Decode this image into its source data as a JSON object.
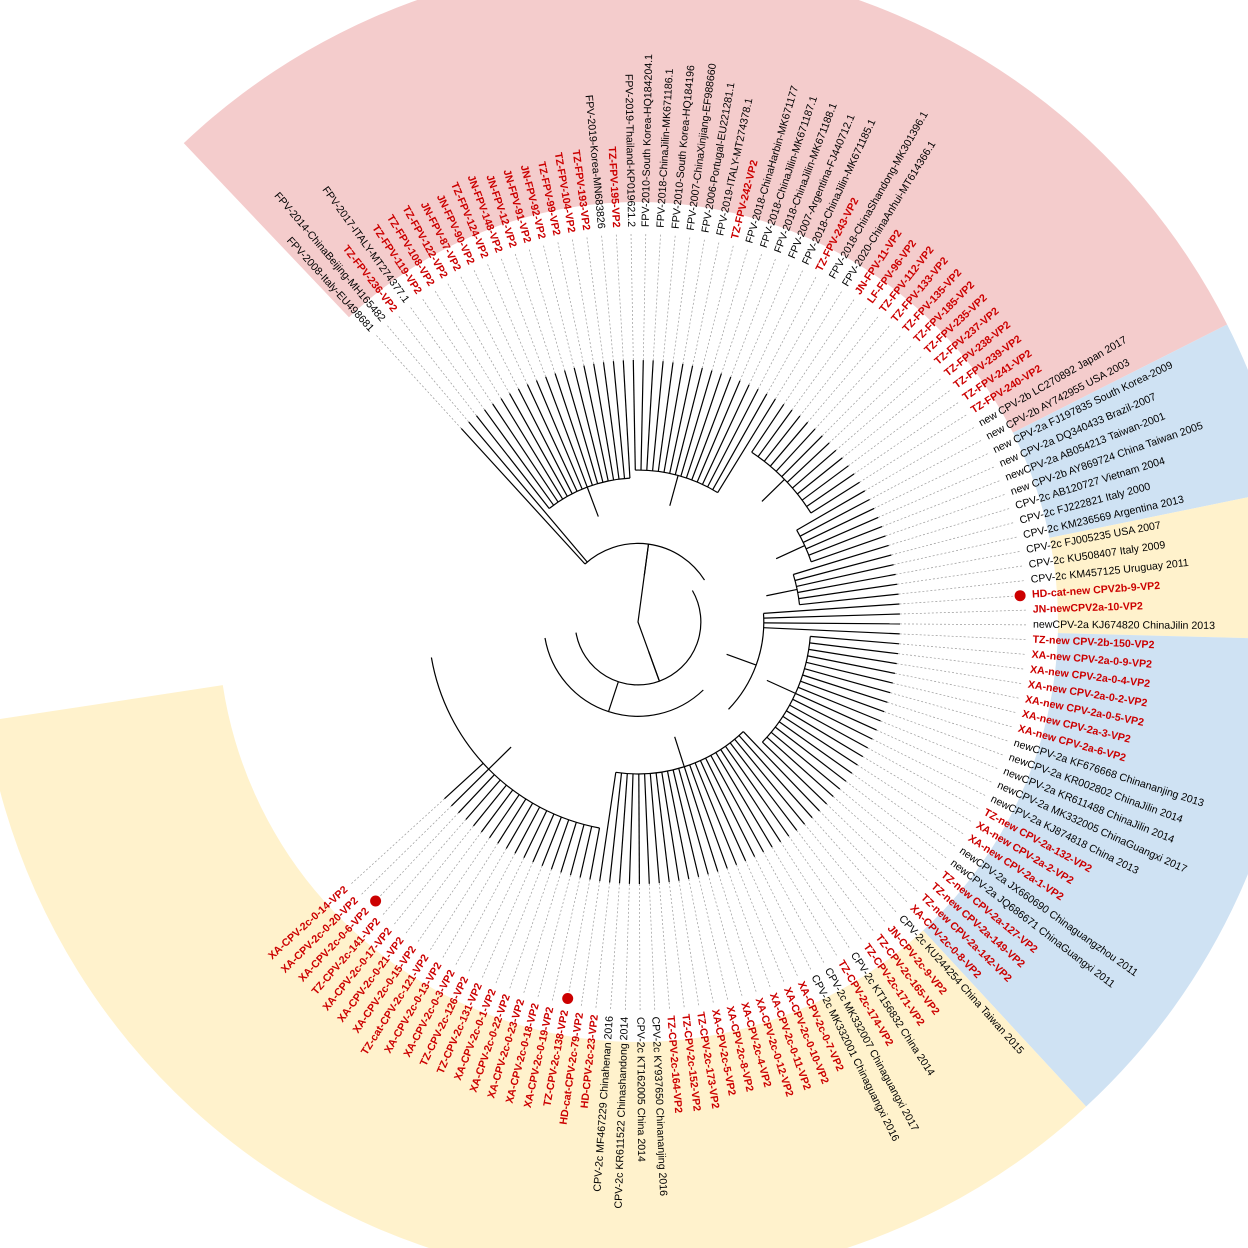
{
  "tree": {
    "colors": {
      "fpv_band": "#f4cccc",
      "newcpv_band": "#cfe2f3",
      "cpv2c_band": "#fff2cc",
      "highlight_text": "#cc0000",
      "normal_text": "#000000",
      "branch": "#000000",
      "guide": "#9a9a9a",
      "marker": "#cc0000"
    },
    "bands": [
      {
        "name": "fpv-band",
        "color": "#f4cccc",
        "start": 0,
        "end": 48
      },
      {
        "name": "newcpv-band",
        "color": "#cfe2f3",
        "start": 49,
        "end": 55
      },
      {
        "name": "cpv2c-band",
        "color": "#fff2cc",
        "start": 56,
        "end": 61
      },
      {
        "name": "newcpv-band",
        "color": "#cfe2f3",
        "start": 62,
        "end": 82
      },
      {
        "name": "cpv2c-band",
        "color": "#fff2cc",
        "start": 83,
        "end": 139
      }
    ],
    "leaves": [
      {
        "label": "FPV-2008-Italy-EU498681",
        "hl": false
      },
      {
        "label": "FPV-2014-ChinaBeijing-MH165482",
        "hl": false
      },
      {
        "label": "TZ-FPV-236-VP2",
        "hl": true
      },
      {
        "label": "FPV-2017-ITALY-MT274377.1",
        "hl": false
      },
      {
        "label": "TZ-FPV-119-VP2",
        "hl": true
      },
      {
        "label": "TZ-FPV-108-VP2",
        "hl": true
      },
      {
        "label": "TZ-FPV-122-VP2",
        "hl": true
      },
      {
        "label": "JN-FPV-87-VP2",
        "hl": true
      },
      {
        "label": "JN-FPV-90-VP2",
        "hl": true
      },
      {
        "label": "TZ-FPV-124-VP2",
        "hl": true
      },
      {
        "label": "JN-FPV-148-VP2",
        "hl": true
      },
      {
        "label": "JN-FPV-12-VP2",
        "hl": true
      },
      {
        "label": "JN-FPV-91-VP2",
        "hl": true
      },
      {
        "label": "JN-FPV-92-VP2",
        "hl": true
      },
      {
        "label": "TZ-FPV-99-VP2",
        "hl": true
      },
      {
        "label": "TZ-FPV-104-VP2",
        "hl": true
      },
      {
        "label": "TZ-FPV-193-VP2",
        "hl": true
      },
      {
        "label": "FPV-2019-Korea-MN683826",
        "hl": false
      },
      {
        "label": "TZ-FPV-195-VP2",
        "hl": true
      },
      {
        "label": "FPV-2019-Thailand-KP019621.2",
        "hl": false
      },
      {
        "label": "FPV-2010-South Korea-HQ184204.1",
        "hl": false
      },
      {
        "label": "FPV-2018-ChinaJilin-MK671186.1",
        "hl": false
      },
      {
        "label": "FPV-2010-South Korea-HQ184196",
        "hl": false
      },
      {
        "label": "FPV-2007-ChinaXinjiang-EF988660",
        "hl": false
      },
      {
        "label": "FPV-2006-Portugal-EU221281.1",
        "hl": false
      },
      {
        "label": "FPV-2019-ITALY-MT274378.1",
        "hl": false
      },
      {
        "label": "TZ-FPV-242-VP2",
        "hl": true
      },
      {
        "label": "FPV-2018-ChinaHarbin-MK671177",
        "hl": false
      },
      {
        "label": "FPV-2018-ChinaJilin-MK671187.1",
        "hl": false
      },
      {
        "label": "FPV-2018-ChinaJilin-MK671188.1",
        "hl": false
      },
      {
        "label": "FPV-2007-Argentina-FJ440712.1",
        "hl": false
      },
      {
        "label": "FPV-2018-ChinaJilin-MK671185.1",
        "hl": false
      },
      {
        "label": "TZ-FPV-243-VP2",
        "hl": true
      },
      {
        "label": "FPV-2018-ChinaShandong-MK301396.1",
        "hl": false
      },
      {
        "label": "FPV-2020-ChinaAnhui-MT614366.1",
        "hl": false
      },
      {
        "label": "JN-FPV-11-VP2",
        "hl": true
      },
      {
        "label": "LF-FPV-96-VP2",
        "hl": true
      },
      {
        "label": "TZ-FPV-112-VP2",
        "hl": true
      },
      {
        "label": "TZ-FPV-133-VP2",
        "hl": true
      },
      {
        "label": "TZ-FPV-135-VP2",
        "hl": true
      },
      {
        "label": "TZ-FPV-185-VP2",
        "hl": true
      },
      {
        "label": "TZ-FPV-235-VP2",
        "hl": true
      },
      {
        "label": "TZ-FPV-237-VP2",
        "hl": true
      },
      {
        "label": "TZ-FPV-238-VP2",
        "hl": true
      },
      {
        "label": "TZ-FPV-239-VP2",
        "hl": true
      },
      {
        "label": "TZ-FPV-241-VP2",
        "hl": true
      },
      {
        "label": "TZ-FPV-240-VP2",
        "hl": true
      },
      {
        "label": "new CPV-2b LC270892 Japan 2017",
        "hl": false
      },
      {
        "label": "new CPV-2b AY742955 USA 2003",
        "hl": false
      },
      {
        "label": "new CPV-2a FJ197835 South Korea-2009",
        "hl": false
      },
      {
        "label": "new CPV-2a DQ340433 Brazil-2007",
        "hl": false
      },
      {
        "label": "newCPV-2a AB054213 Taiwan-2001",
        "hl": false
      },
      {
        "label": "new CPV-2b AY869724 China Taiwan 2005",
        "hl": false
      },
      {
        "label": "CPV-2c AB120727 Vietnam 2004",
        "hl": false
      },
      {
        "label": "CPV-2c FJ222821 Italy 2000",
        "hl": false
      },
      {
        "label": "CPV-2c KM236569 Argentina 2013",
        "hl": false
      },
      {
        "label": "CPV-2c FJ005235 USA 2007",
        "hl": false
      },
      {
        "label": "CPV-2c KU508407 Italy 2009",
        "hl": false
      },
      {
        "label": "CPV-2c KM457125 Uruguay 2011",
        "hl": false
      },
      {
        "label": "HD-cat-new CPV2b-9-VP2",
        "hl": true
      },
      {
        "label": "JN-newCPV2a-10-VP2",
        "hl": true
      },
      {
        "label": "newCPV-2a KJ674820 ChinaJilin 2013",
        "hl": false
      },
      {
        "label": "TZ-new CPV-2b-150-VP2",
        "hl": true
      },
      {
        "label": "XA-new CPV-2a-0-9-VP2",
        "hl": true
      },
      {
        "label": "XA-new CPV-2a-0-4-VP2",
        "hl": true
      },
      {
        "label": "XA-new CPV-2a-0-2-VP2",
        "hl": true
      },
      {
        "label": "XA-new CPV-2a-0-5-VP2",
        "hl": true
      },
      {
        "label": "XA-new CPV-2a-3-VP2",
        "hl": true
      },
      {
        "label": "XA-new CPV-2a-6-VP2",
        "hl": true
      },
      {
        "label": "newCPV-2a KF676668 Chinananjing 2013",
        "hl": false
      },
      {
        "label": "newCPV-2a KR002802 ChinaJilin 2014",
        "hl": false
      },
      {
        "label": "newCPV-2a KR611488 ChinaJilin 2014",
        "hl": false
      },
      {
        "label": "newCPV-2a MK332005 ChinaGuangxi 2017",
        "hl": false
      },
      {
        "label": "newCPV-2a KJ874818 China 2013",
        "hl": false
      },
      {
        "label": "TZ-new CPV-2a-132-VP2",
        "hl": true
      },
      {
        "label": "XA-new CPV-2a-2-VP2",
        "hl": true
      },
      {
        "label": "XA-new CPV-2a-1-VP2",
        "hl": true
      },
      {
        "label": "newCPV-2a JX660690 Chinaguangzhou 2011",
        "hl": false
      },
      {
        "label": "newCPV-2a JQ686671 ChinaGuangxi 2011",
        "hl": false
      },
      {
        "label": "TZ-new CPV-2a-127-VP2",
        "hl": true
      },
      {
        "label": "TZ-new CPV-2a-149-VP2",
        "hl": true
      },
      {
        "label": "TZ-new CPV-2a-142-VP2",
        "hl": true
      },
      {
        "label": "XA-CPV-2c-0-8-VP2",
        "hl": true
      },
      {
        "label": "CPV-2c KU244254 China Taiwan 2015",
        "hl": false
      },
      {
        "label": "JN-CPV-2c-9-VP2",
        "hl": true
      },
      {
        "label": "TZ-CPV-2c-165-VP2",
        "hl": true
      },
      {
        "label": "TZ-CPV-2c-171-VP2",
        "hl": true
      },
      {
        "label": "CPV-2c KT156832 China 2014",
        "hl": false
      },
      {
        "label": "TZ-CPV-2c-174-VP2",
        "hl": true
      },
      {
        "label": "CPV-2c MK332007 Chinaguangxi 2017",
        "hl": false
      },
      {
        "label": "CPV-2c MK332001 Chinaguangxi 2016",
        "hl": false
      },
      {
        "label": "XA-CPV-2c-0-7-VP2",
        "hl": true
      },
      {
        "label": "XA-CPV-2c-0-10-VP2",
        "hl": true
      },
      {
        "label": "XA-CPV-2c-0-11-VP2",
        "hl": true
      },
      {
        "label": "XA-CPV-2c-0-12-VP2",
        "hl": true
      },
      {
        "label": "XA-CPV-2c-4-VP2",
        "hl": true
      },
      {
        "label": "XA-CPV-2c-8-VP2",
        "hl": true
      },
      {
        "label": "XA-CPV-2c-5-VP2",
        "hl": true
      },
      {
        "label": "TZ-CPV-2c-173-VP2",
        "hl": true
      },
      {
        "label": "TZ-CPV-2c-152-VP2",
        "hl": true
      },
      {
        "label": "TZ-CPV-2c-164-VP2",
        "hl": true
      },
      {
        "label": "CPV-2c KY937650 Chinananjing 2016",
        "hl": false
      },
      {
        "label": "CPV-2c KT162005 China 2014",
        "hl": false
      },
      {
        "label": "CPV-2c KR611522 Chinashandong 2014",
        "hl": false
      },
      {
        "label": "CPV-2c MF467229 Chinahenan 2016",
        "hl": false
      },
      {
        "label": "HD-CPV-2c-23-VP2",
        "hl": true
      },
      {
        "label": "HD-cat-CPV-2c-79-VP2",
        "hl": true
      },
      {
        "label": "TZ-CPV-2c-138-VP2",
        "hl": true
      },
      {
        "label": "XA-CPV-2c-0-19-VP2",
        "hl": true
      },
      {
        "label": "XA-CPV-2c-0-18-VP2",
        "hl": true
      },
      {
        "label": "XA-CPV-2c-0-23-VP2",
        "hl": true
      },
      {
        "label": "XA-CPV-2c-0-22-VP2",
        "hl": true
      },
      {
        "label": "XA-CPV-2c-0-1-VP2",
        "hl": true
      },
      {
        "label": "TZ-CPV-2c-131-VP2",
        "hl": true
      },
      {
        "label": "TZ-CPV-2c-126-VP2",
        "hl": true
      },
      {
        "label": "XA-CPV-2c-0-3-VP2",
        "hl": true
      },
      {
        "label": "XA-CPV-2c-0-13-VP2",
        "hl": true
      },
      {
        "label": "TZ-cat-CPV-2c-121-VP2",
        "hl": true
      },
      {
        "label": "XA-CPV-2c-0-15-VP2",
        "hl": true
      },
      {
        "label": "XA-CPV-2c-0-21-VP2",
        "hl": true
      },
      {
        "label": "XA-CPV-2c-0-17-VP2",
        "hl": true
      },
      {
        "label": "TZ-CPV-2c-141-VP2",
        "hl": true
      },
      {
        "label": "XA-CPV-2c-0-6-VP2",
        "hl": true
      },
      {
        "label": "XA-CPV-2c-0-20-VP2",
        "hl": true
      },
      {
        "label": "XA-CPV-2c-0-14-VP2",
        "hl": true
      }
    ],
    "markers": [
      59,
      107,
      122
    ],
    "clades": [
      {
        "name": "fpv-clade",
        "start": 0,
        "end": 46,
        "radius": 0.3
      },
      {
        "name": "fpv-subclade-red",
        "start": 2,
        "end": 18,
        "radius": 0.55
      },
      {
        "name": "fpv-subclade-ref",
        "start": 19,
        "end": 34,
        "radius": 0.58
      },
      {
        "name": "fpv-subclade-terminal",
        "start": 35,
        "end": 46,
        "radius": 0.78
      },
      {
        "name": "cpv-clade",
        "start": 47,
        "end": 139,
        "radius": 0.24
      },
      {
        "name": "newcpv-ref-clade",
        "start": 47,
        "end": 52,
        "radius": 0.7
      },
      {
        "name": "cpv2c-ref-clade",
        "start": 53,
        "end": 58,
        "radius": 0.62
      },
      {
        "name": "newcpv-clade",
        "start": 59,
        "end": 81,
        "radius": 0.48
      },
      {
        "name": "newcpv2a-subclade",
        "start": 63,
        "end": 81,
        "radius": 0.66
      },
      {
        "name": "cpv2c-clade",
        "start": 82,
        "end": 139,
        "radius": 0.36
      },
      {
        "name": "cpv2c-china-subclade",
        "start": 82,
        "end": 106,
        "radius": 0.58
      },
      {
        "name": "cpv2c-xa-subclade",
        "start": 107,
        "end": 139,
        "radius": 0.8
      }
    ]
  }
}
